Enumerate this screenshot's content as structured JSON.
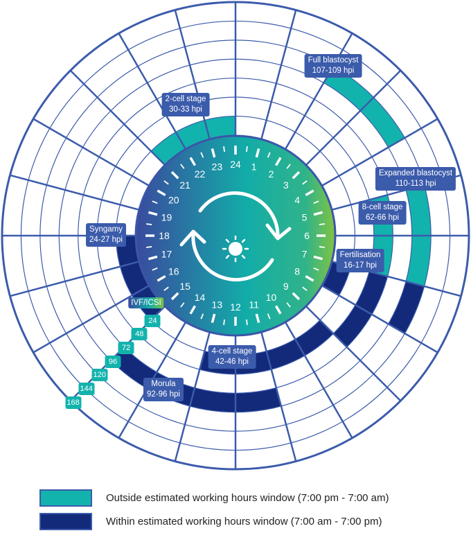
{
  "colors": {
    "outside": "#13b3ad",
    "within": "#13297a",
    "grid": "#3b5bab",
    "label_bg": "#3b5bab"
  },
  "ivf_start_clock_hour": 15,
  "working_hours": [
    7,
    19
  ],
  "events": [
    {
      "name": "Fertilisation",
      "range": "16-17 hpi",
      "start": 16,
      "end": 17
    },
    {
      "name": "Syngamy",
      "range": "24-27 hpi",
      "start": 24,
      "end": 27
    },
    {
      "name": "2-cell stage",
      "range": "30-33 hpi",
      "start": 30,
      "end": 33
    },
    {
      "name": "4-cell stage",
      "range": "42-46 hpi",
      "start": 42,
      "end": 46
    },
    {
      "name": "8-cell stage",
      "range": "62-66 hpi",
      "start": 62,
      "end": 66
    },
    {
      "name": "Morula",
      "range": "92-96 hpi",
      "start": 92,
      "end": 96
    },
    {
      "name": "Full blastocyst",
      "range": "107-109 hpi",
      "start": 107,
      "end": 109
    },
    {
      "name": "Expanded blastocyst",
      "range": "110-113 hpi",
      "start": 110,
      "end": 113
    }
  ],
  "ivf_label": "IVF/ICSI",
  "ring_labels": [
    "24",
    "48",
    "72",
    "96",
    "120",
    "144",
    "168"
  ],
  "clock_numbers": [
    "24",
    "1",
    "2",
    "3",
    "4",
    "5",
    "6",
    "7",
    "8",
    "9",
    "10",
    "11",
    "12",
    "13",
    "14",
    "15",
    "16",
    "17",
    "18",
    "19",
    "20",
    "21",
    "22",
    "23"
  ],
  "icons": {
    "center": "day-night-cycle-icon",
    "moon": "moon-icon",
    "sun": "sun-icon"
  },
  "legend": [
    {
      "label": "Outside estimated working hours window (7:00 pm - 7:00 am)",
      "color": "#13b3ad"
    },
    {
      "label": "Within estimated working hours window (7:00 am - 7:00 pm)",
      "color": "#13297a"
    }
  ]
}
